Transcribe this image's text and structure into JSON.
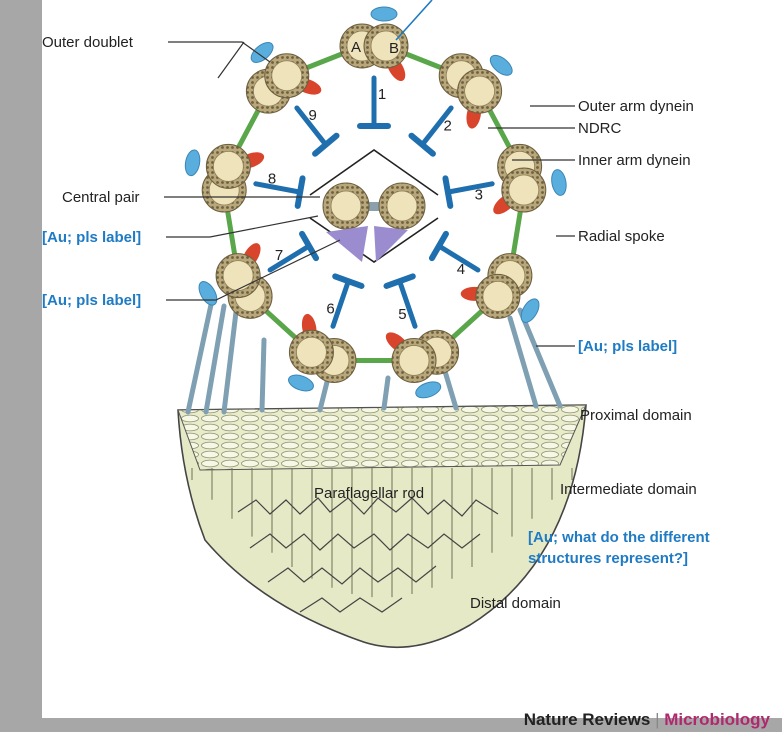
{
  "labels": {
    "outer_doublet": "Outer doublet",
    "central_pair": "Central pair",
    "placeholder_left_1": "[Au; pls label]",
    "placeholder_left_2": "[Au; pls label]",
    "outer_arm_dynein": "Outer arm dynein",
    "ndrc": "NDRC",
    "inner_arm_dynein": "Inner arm dynein",
    "radial_spoke": "Radial spoke",
    "placeholder_right": "[Au; pls label]",
    "proximal_domain": "Proximal domain",
    "intermediate_domain": "Intermediate domain",
    "query_line1": "[Au; what do the different",
    "query_line2": "structures represent?]",
    "distal_domain": "Distal domain",
    "paraflagellar_rod": "Paraflagellar rod",
    "tubule_a": "A",
    "tubule_b": "B"
  },
  "doublet_numbers": [
    "1",
    "2",
    "3",
    "4",
    "5",
    "6",
    "7",
    "8",
    "9"
  ],
  "credit": {
    "journal": "Nature Reviews",
    "separator": "|",
    "section": "Microbiology"
  },
  "colors": {
    "outer_arm_dynein": "#5aaede",
    "inner_arm_dynein": "#d9442c",
    "radial_spoke": "#1f6fae",
    "ndrc": "#5aa64b",
    "tubule_fill": "#efe3bb",
    "tubule_ring": "#8f7f58",
    "central_plate": "#9b8ccf",
    "rod_fill": "#e8ebc9",
    "query_text": "#1f7bc4",
    "journal_accent": "#b0286e"
  }
}
